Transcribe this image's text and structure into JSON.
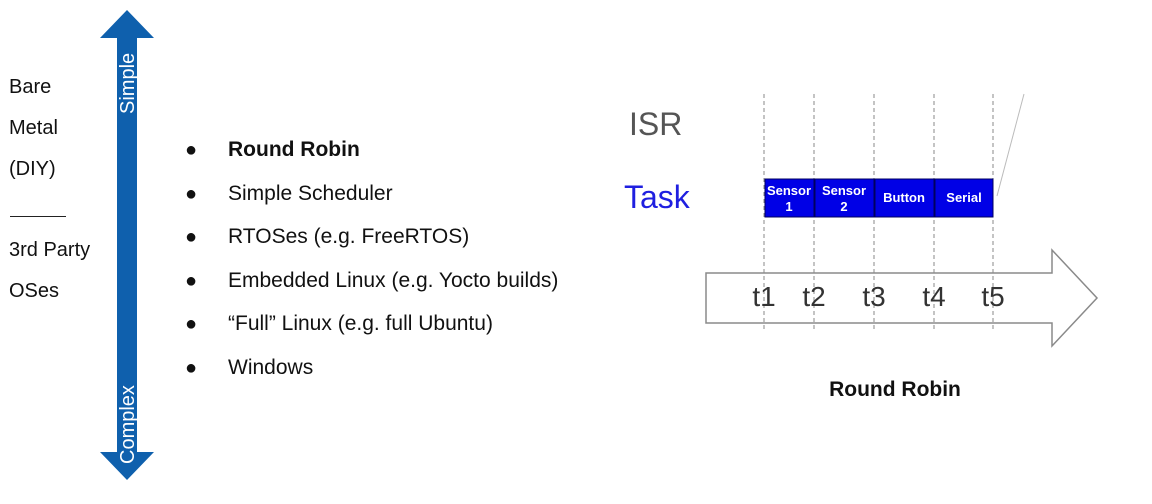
{
  "left_labels": {
    "top_group": [
      "Bare",
      "Metal",
      "(DIY)"
    ],
    "divider": "_____",
    "bottom_group": [
      "3rd Party",
      "OSes"
    ]
  },
  "axis": {
    "top_label": "Simple",
    "bottom_label": "Complex",
    "color": "#0f60ad"
  },
  "os_list": [
    {
      "label": "Round Robin",
      "bold": true
    },
    {
      "label": "Simple Scheduler",
      "bold": false
    },
    {
      "label": "RTOSes (e.g. FreeRTOS)",
      "bold": false
    },
    {
      "label": "Embedded Linux (e.g. Yocto builds)",
      "bold": false
    },
    {
      "label": "“Full” Linux (e.g. full Ubuntu)",
      "bold": false
    },
    {
      "label": "Windows",
      "bold": false
    }
  ],
  "bullet_glyph": "●",
  "diagram": {
    "isr_label": "ISR",
    "task_label": "Task",
    "ticks": [
      "t1",
      "t2",
      "t3",
      "t4",
      "t5"
    ],
    "tasks": [
      {
        "line1": "Sensor",
        "line2": "1"
      },
      {
        "line1": "Sensor",
        "line2": "2"
      },
      {
        "line1": "Button",
        "line2": ""
      },
      {
        "line1": "Serial",
        "line2": ""
      }
    ],
    "task_color": "#0000e6",
    "task_label_color": "#1f1fe0",
    "caption": "Round Robin"
  }
}
